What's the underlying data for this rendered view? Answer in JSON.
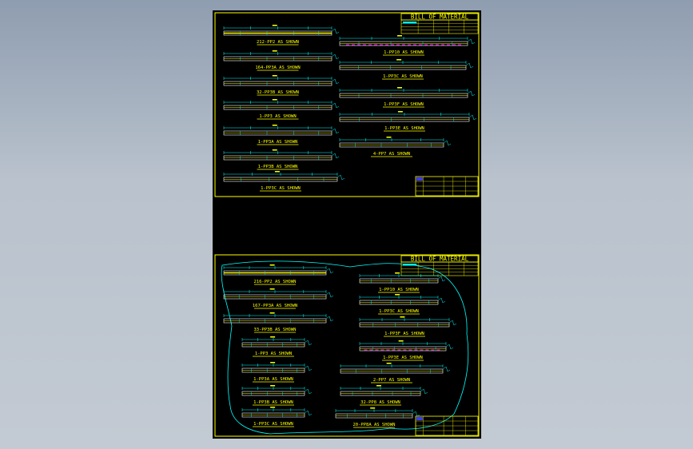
{
  "title": "BILL OF MATERIAL",
  "colors": {
    "frame": "#ffff00",
    "dim": "#00ffff",
    "cloud": "#00ffff",
    "bar": "#ffffff",
    "note": "#ff00ff",
    "bg": "#000000"
  },
  "sheet1": {
    "left": [
      "212-PP2 AS SHOWN",
      "164-PP3A AS SHOWN",
      "32-PP3B AS SHOWN",
      "1-PP3 AS SHOWN",
      "1-PP3A AS SHOWN",
      "1-PP3B AS SHOWN",
      "1-PP3C AS SHOWN"
    ],
    "right": [
      "1-PP10 AS SHOWN",
      "1-PP3C AS SHOWN",
      "1-PP3F AS SHOWN",
      "1-PP3E AS SHOWN",
      "4-PP7 AS SHOWN"
    ]
  },
  "sheet2": {
    "left": [
      "216-PP2 AS SHOWN",
      "167-PP3A AS SHOWN",
      "33-PP3B AS SHOWN",
      "1-PP3 AS SHOWN",
      "1-PP3A AS SHOWN",
      "1-PP3B AS SHOWN",
      "1-PP3C AS SHOWN"
    ],
    "right": [
      "1-PP10 AS SHOWN",
      "1-PP3C AS SHOWN",
      "1-PP3F AS SHOWN",
      "1-PP3E AS SHOWN",
      "2-PP7 AS SHOWN",
      "32-PP8 AS SHOWN",
      "20-PP8A AS SHOWN"
    ]
  }
}
